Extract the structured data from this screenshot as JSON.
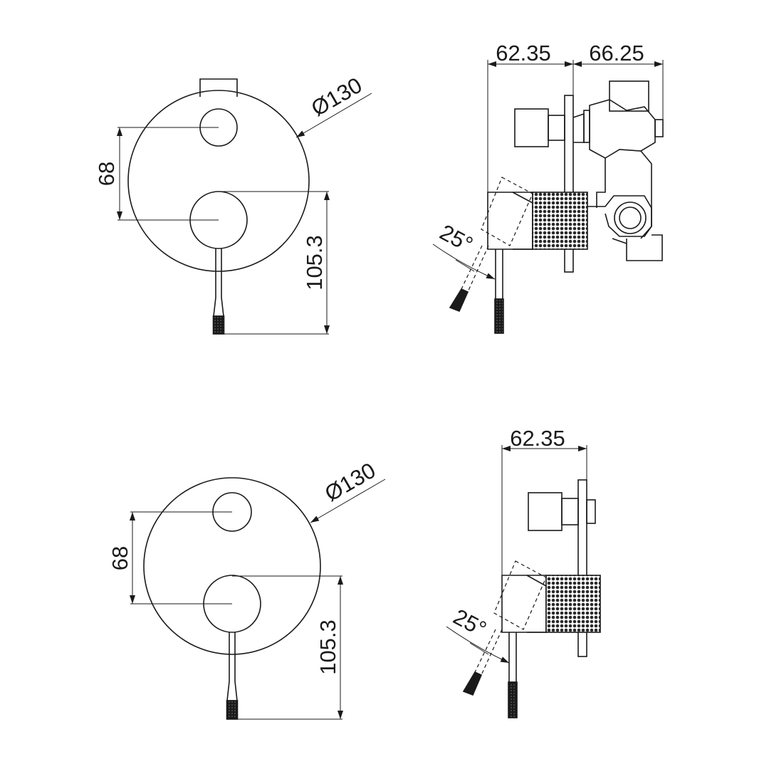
{
  "sheet": {
    "background": "#ffffff",
    "line_color": "#1a1a1a",
    "knurl_color": "#2a2a2a"
  },
  "drawing_top": {
    "front_view": {
      "diameter_label": "Ø130",
      "spacing_label": "68",
      "height_label": "105.3"
    },
    "side_view": {
      "depth_front_label": "62.35",
      "depth_body_label": "66.25",
      "angle_label": "25°"
    }
  },
  "drawing_bottom": {
    "front_view": {
      "diameter_label": "Ø130",
      "spacing_label": "68",
      "height_label": "105.3"
    },
    "side_view": {
      "depth_front_label": "62.35",
      "angle_label": "25°"
    }
  }
}
